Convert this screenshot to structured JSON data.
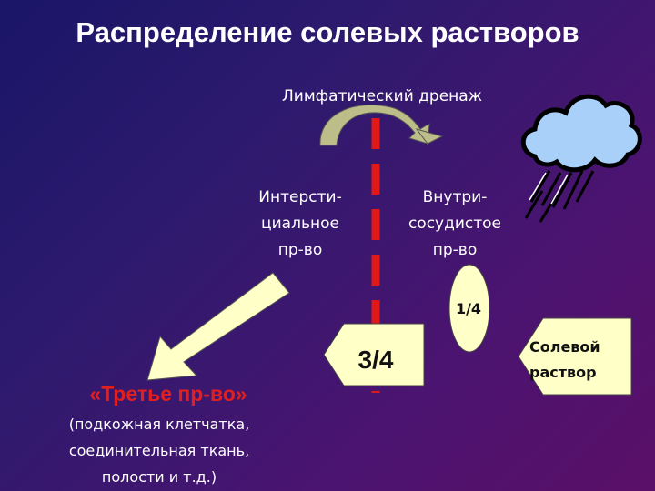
{
  "title": "Распределение солевых растворов",
  "drainage_label": "Лимфатический дренаж",
  "interstitial": {
    "line1": "Интерсти-",
    "line2": "циальное",
    "line3": "пр-во"
  },
  "intravascular": {
    "line1": "Внутри-",
    "line2": "сосудистое",
    "line3": "пр-во"
  },
  "intravascular_fraction": "1/4",
  "interstitial_fraction": "3/4",
  "saline": {
    "line1": "Солевой",
    "line2": "раствор"
  },
  "third_space": {
    "title": "«Третье пр-во»",
    "line1": "(подкожная клетчатка,",
    "line2": "соединительная ткань,",
    "line3": "полости и т.д.)"
  },
  "colors": {
    "arrow_fill": "#ffffc8",
    "divider": "#e01818",
    "third_space_title": "#e02020",
    "cloud": "#a8d0f8"
  },
  "icons": [
    "rain-cloud-icon",
    "curved-arrow-icon"
  ]
}
